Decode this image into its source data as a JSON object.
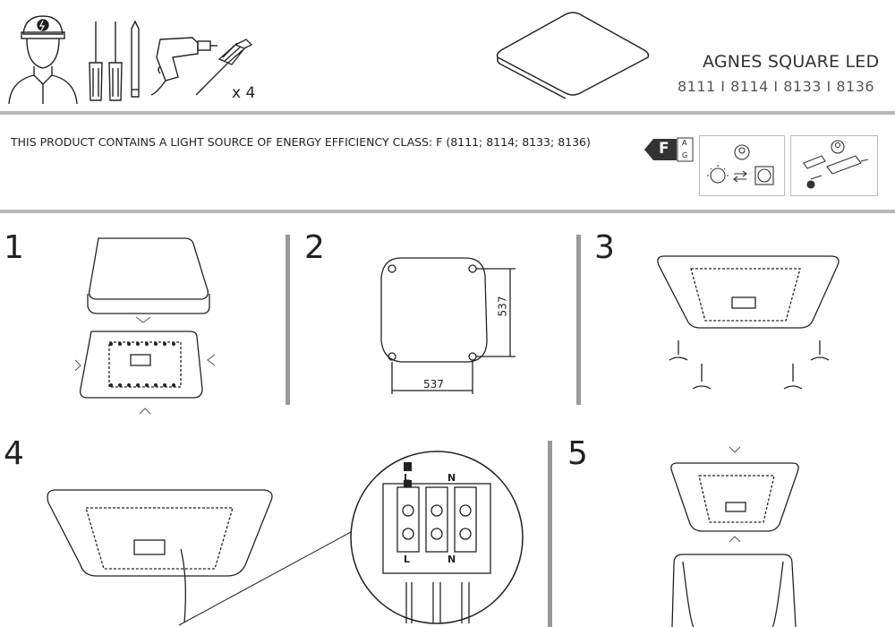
{
  "header": {
    "product_title": "AGNES SQUARE LED",
    "model_numbers": "8111 I 8114 I 8133 I 8136",
    "quantity": "x 4"
  },
  "notice": {
    "text": "THIS PRODUCT CONTAINS A LIGHT SOURCE OF ENERGY EFFICIENCY CLASS: F (8111; 8114; 8133; 8136)"
  },
  "energy_label": {
    "class": "F",
    "scale_top": "A",
    "scale_bottom": "G"
  },
  "steps": [
    {
      "number": "1"
    },
    {
      "number": "2",
      "width_dim": "537",
      "height_dim": "537"
    },
    {
      "number": "3"
    },
    {
      "number": "4"
    },
    {
      "number": "5"
    }
  ],
  "terminal": {
    "labels_top": [
      "L",
      "N"
    ],
    "labels_bottom": [
      "L",
      "N"
    ]
  }
}
